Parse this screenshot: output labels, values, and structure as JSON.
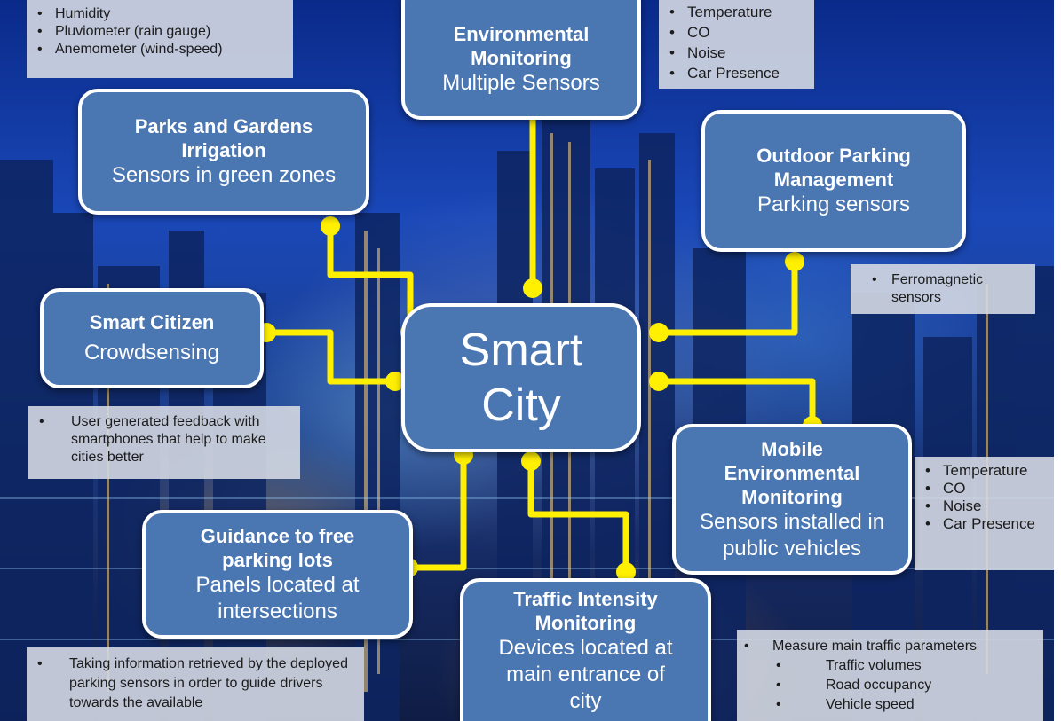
{
  "center": {
    "line1": "Smart",
    "line2": "City"
  },
  "nodes": {
    "environmental": {
      "title1": "Environmental",
      "title2": "Monitoring",
      "subtitle": "Multiple Sensors"
    },
    "parks": {
      "title1": "Parks and Gardens",
      "title2": "Irrigation",
      "subtitle": "Sensors in green zones"
    },
    "outdoor_parking": {
      "title1": "Outdoor Parking",
      "title2": "Management",
      "subtitle": "Parking sensors"
    },
    "smart_citizen": {
      "title": "Smart Citizen",
      "subtitle": "Crowdsensing"
    },
    "mobile_env": {
      "title1": "Mobile",
      "title2": "Environmental",
      "title3": "Monitoring",
      "subtitle1": "Sensors installed in",
      "subtitle2": "public vehicles"
    },
    "guidance": {
      "title1": "Guidance to free",
      "title2": "parking lots",
      "subtitle1": "Panels located at",
      "subtitle2": "intersections"
    },
    "traffic": {
      "title1": "Traffic Intensity",
      "title2": "Monitoring",
      "subtitle1": "Devices located at",
      "subtitle2": "main entrance of",
      "subtitle3": "city"
    }
  },
  "notes": {
    "env_left": [
      "Humidity",
      "Pluviometer (rain gauge)",
      "Anemometer (wind-speed)"
    ],
    "env_right": [
      "Temperature",
      "CO",
      "Noise",
      "Car Presence"
    ],
    "parking": [
      "Ferromagnetic sensors"
    ],
    "citizen": [
      "User generated feedback with smartphones that help to make cities better"
    ],
    "mobile": [
      "Temperature",
      "CO",
      "Noise",
      "Car Presence"
    ],
    "guidance": [
      "Taking information retrieved by the deployed parking sensors in order to guide drivers towards the available"
    ],
    "traffic": {
      "main": "Measure main traffic parameters",
      "items": [
        "Traffic volumes",
        "Road occupancy",
        "Vehicle speed"
      ]
    }
  },
  "colors": {
    "box": "#4a76b2",
    "connector": "#ffef00",
    "note": "#d4d8e2",
    "sky": "#1a48b8"
  }
}
